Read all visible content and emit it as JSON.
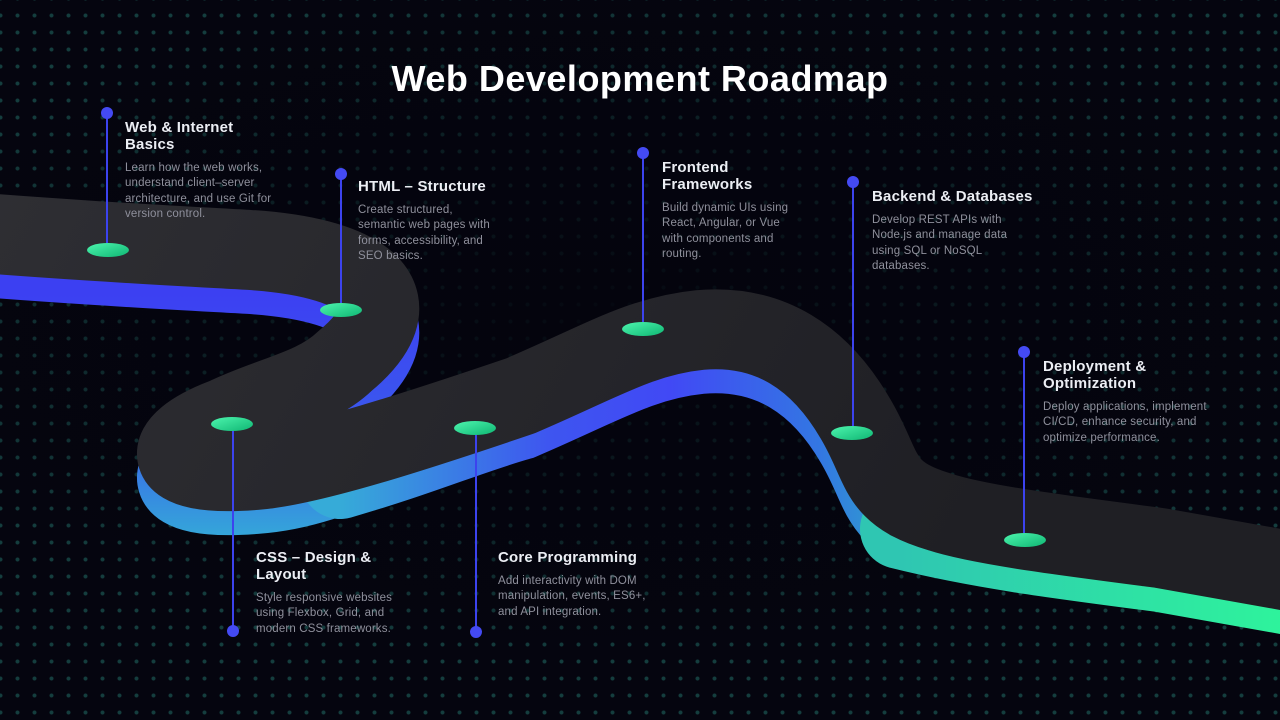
{
  "title": "Web Development Roadmap",
  "colors": {
    "background": "#05050f",
    "dot_grid_teal": "#1d5a52",
    "road_surface": "#27272b",
    "edge_blue": "#3e49f1",
    "edge_cyan": "#35aad9",
    "edge_teal": "#2cc2b6",
    "edge_green": "#2ef09a",
    "marker_green": "#2ee59d",
    "connector_blue": "#4347f2",
    "heading_text": "#eceef4",
    "body_text": "#8f909c"
  },
  "milestones": [
    {
      "id": "web-internet-basics",
      "title": "Web & Internet Basics",
      "description": "Learn how the web works, understand client–server architecture, and use Git for version control."
    },
    {
      "id": "html-structure",
      "title": "HTML – Structure",
      "description": "Create structured, semantic web pages with forms, accessibility, and SEO basics."
    },
    {
      "id": "css-design-layout",
      "title": "CSS – Design & Layout",
      "description": "Style responsive websites using Flexbox, Grid, and modern CSS frameworks."
    },
    {
      "id": "core-programming",
      "title": "Core Programming",
      "description": "Add interactivity with DOM manipulation, events, ES6+, and API integration."
    },
    {
      "id": "frontend-frameworks",
      "title": "Frontend Frameworks",
      "description": "Build dynamic UIs using React, Angular, or Vue with components and routing."
    },
    {
      "id": "backend-databases",
      "title": "Backend & Databases",
      "description": "Develop REST APIs with Node.js and manage data using SQL or NoSQL databases."
    },
    {
      "id": "deployment-optimization",
      "title": "Deployment & Optimization",
      "description": "Deploy applications, implement CI/CD, enhance security, and optimize performance."
    }
  ]
}
